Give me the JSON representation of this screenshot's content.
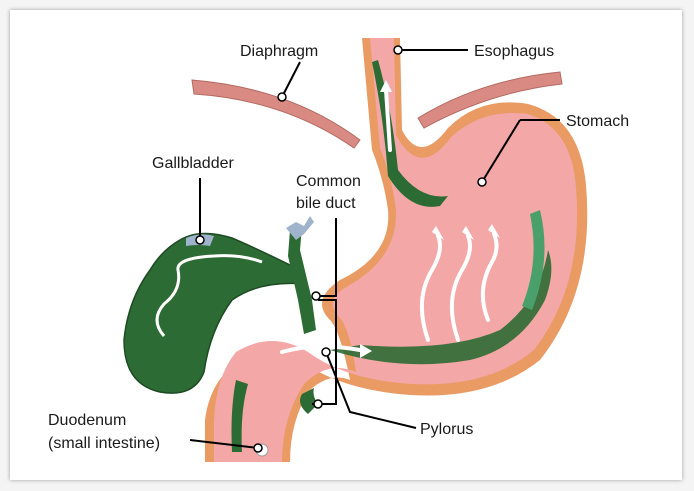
{
  "labels": {
    "diaphragm": "Diaphragm",
    "esophagus": "Esophagus",
    "stomach": "Stomach",
    "gallbladder": "Gallbladder",
    "common_bile_duct_line1": "Common",
    "common_bile_duct_line2": "bile duct",
    "pylorus": "Pylorus",
    "duodenum_line1": "Duodenum",
    "duodenum_line2": "(small intestine)"
  },
  "colors": {
    "organ_fill": "#f4a7a7",
    "organ_wall": "#e99b63",
    "bile_dark": "#2d6b34",
    "bile_light": "#4aa06b",
    "diaphragm": "#d98a83",
    "duct_blue": "#9fb4cc"
  }
}
